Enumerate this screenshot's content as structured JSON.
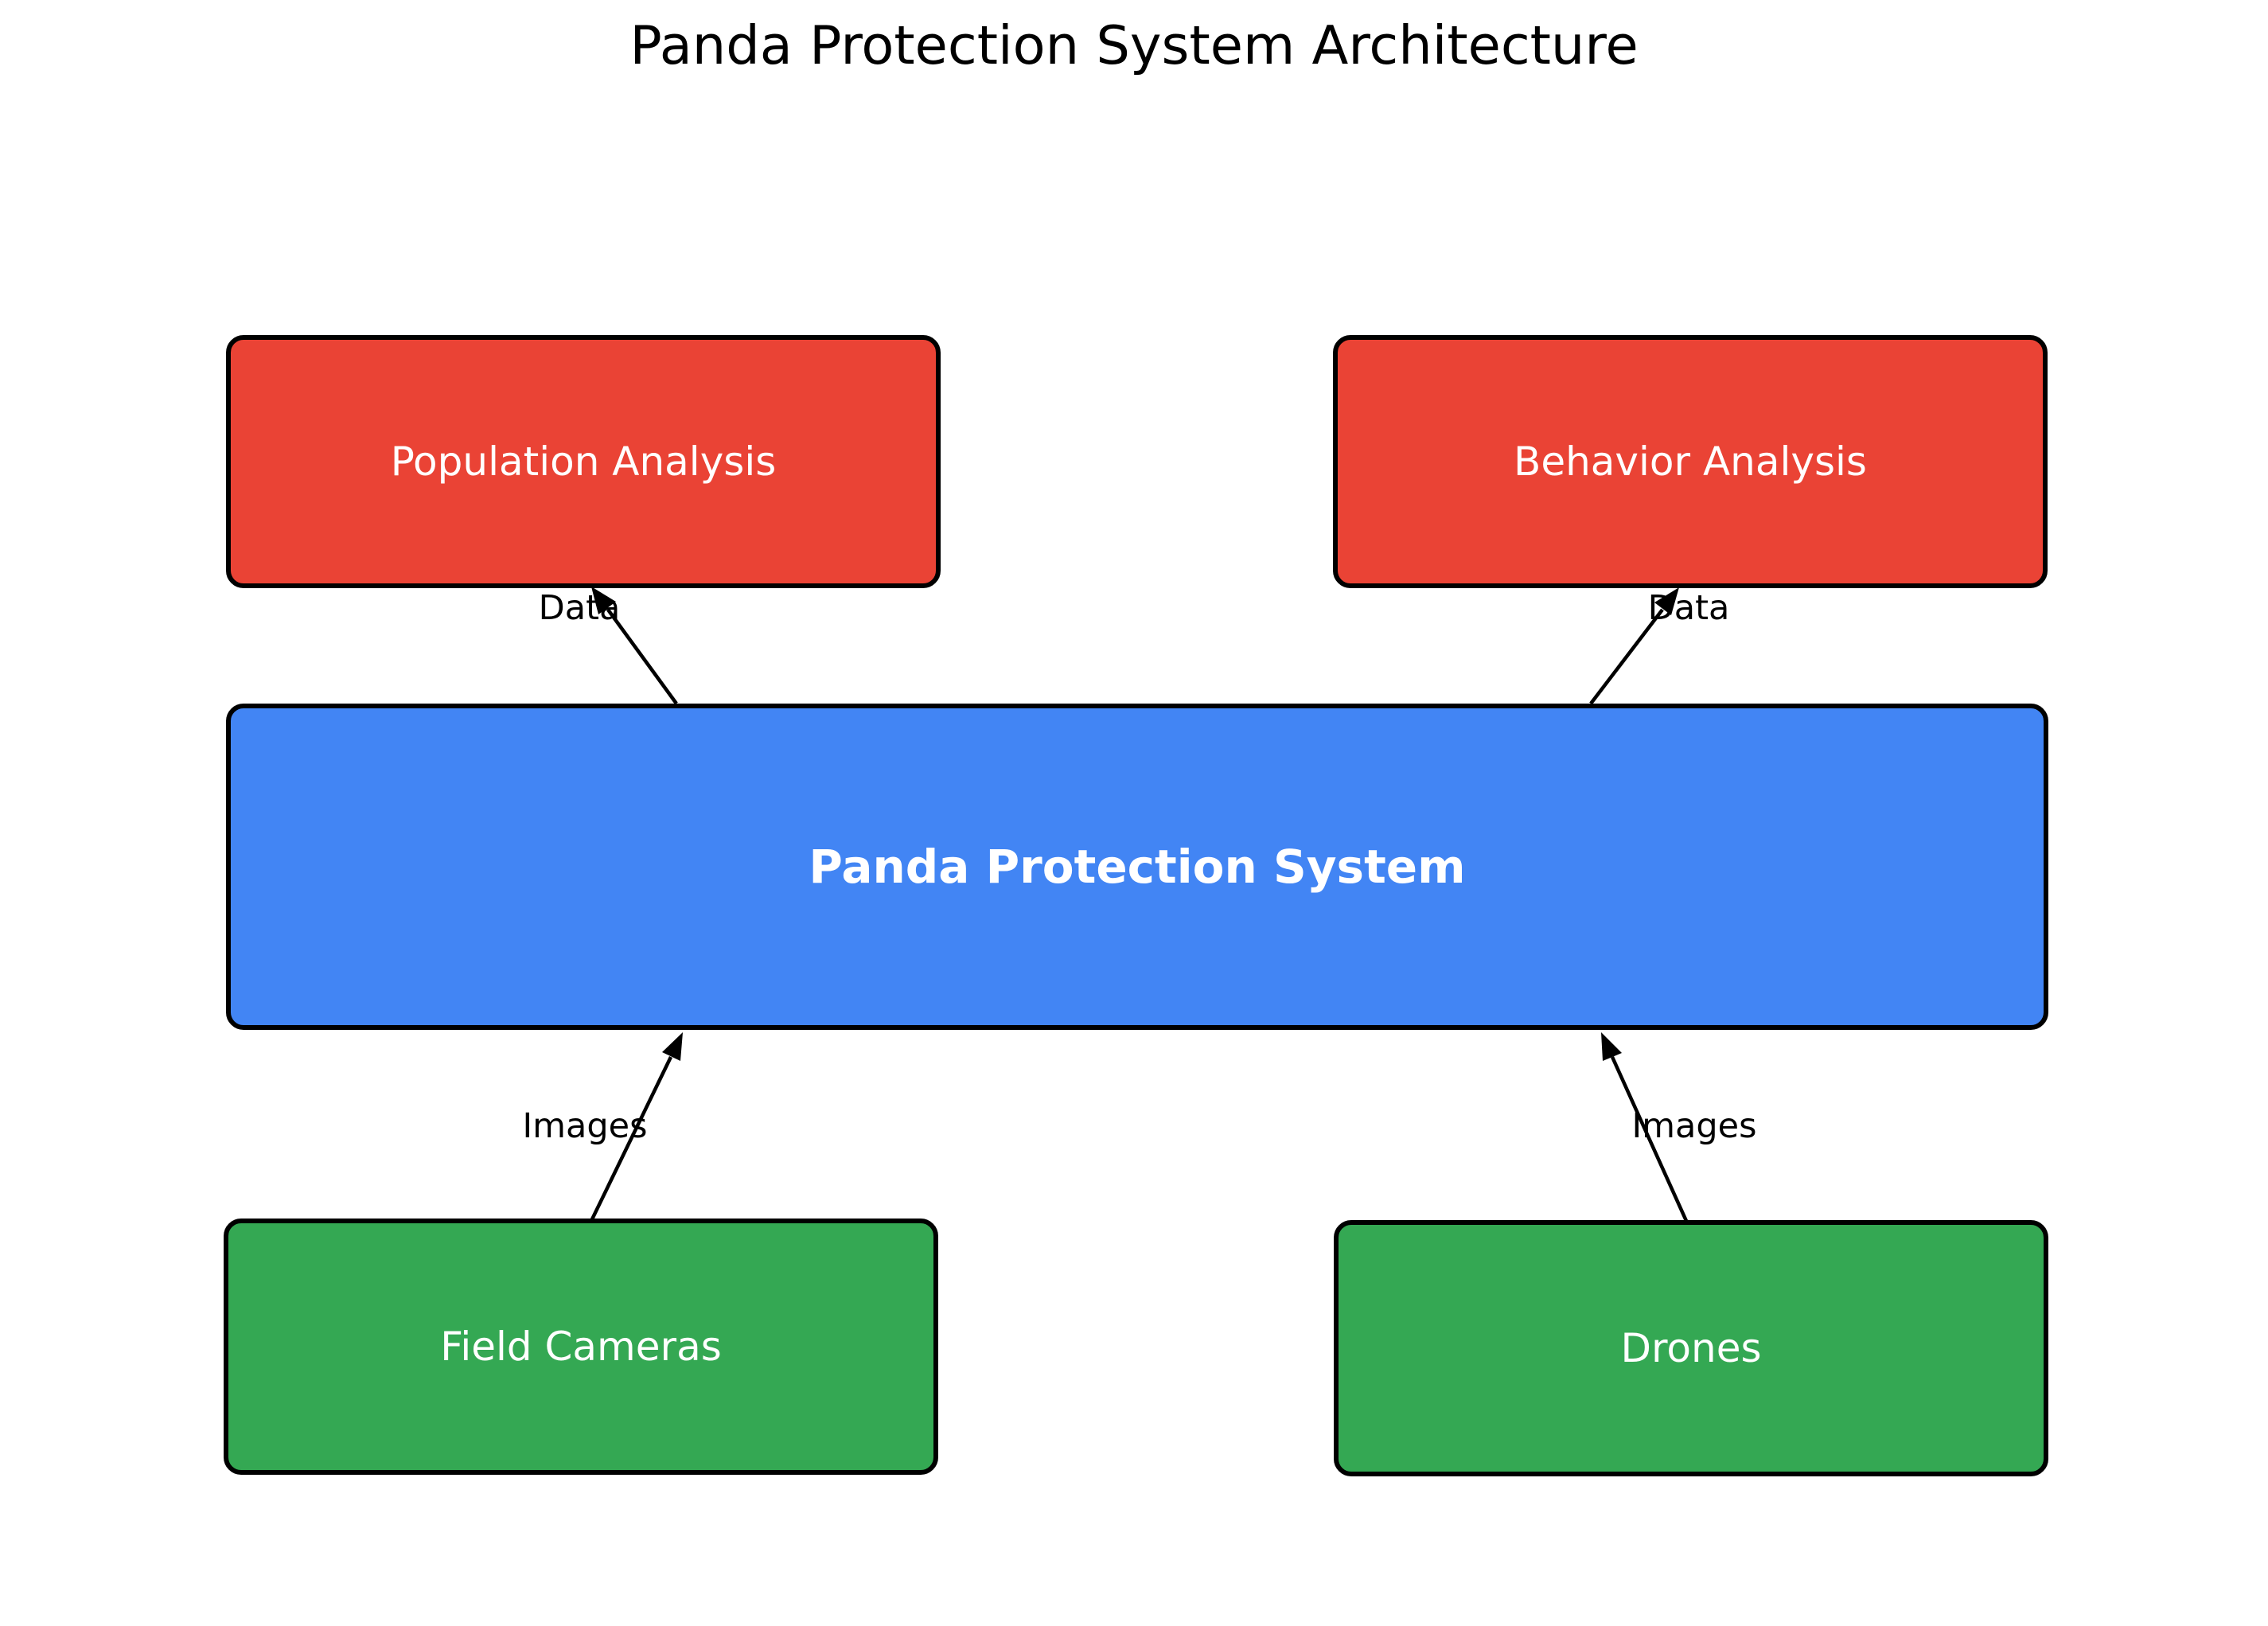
{
  "title": "Panda Protection System Architecture",
  "colors": {
    "background": "#ffffff",
    "analysis_node": "#ea4335",
    "system_node": "#4285f4",
    "capture_node": "#34a853",
    "node_border": "#000000",
    "node_text": "#ffffff",
    "title_text": "#000000",
    "edge": "#000000",
    "edge_label_text": "#000000"
  },
  "nodes": {
    "population_analysis": {
      "label": "Population Analysis"
    },
    "behavior_analysis": {
      "label": "Behavior Analysis"
    },
    "system": {
      "label": "Panda Protection System"
    },
    "field_cameras": {
      "label": "Field Cameras"
    },
    "drones": {
      "label": "Drones"
    }
  },
  "edges": [
    {
      "from": "Panda Protection System",
      "to": "Population Analysis",
      "label": "Data"
    },
    {
      "from": "Panda Protection System",
      "to": "Behavior Analysis",
      "label": "Data"
    },
    {
      "from": "Field Cameras",
      "to": "Panda Protection System",
      "label": "Images"
    },
    {
      "from": "Drones",
      "to": "Panda Protection System",
      "label": "Images"
    }
  ]
}
